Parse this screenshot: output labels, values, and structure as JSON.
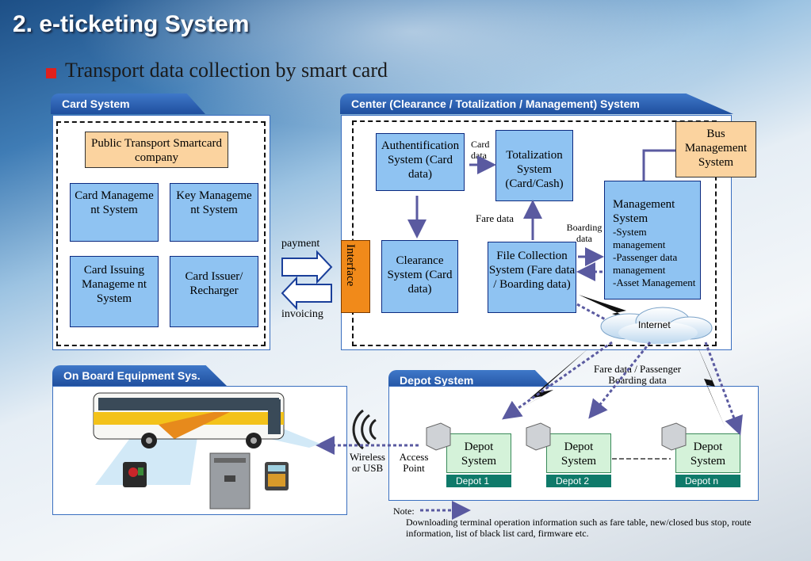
{
  "slide": {
    "title": "2. e-ticketing System",
    "subtitle": "Transport data collection by smart card"
  },
  "card_system": {
    "tab": "Card System",
    "company": "Public Transport Smartcard company",
    "boxes": [
      "Card Manageme nt System",
      "Key Manageme nt System",
      "Card Issuing Manageme nt System",
      "Card Issuer/ Recharger"
    ]
  },
  "links": {
    "payment": "payment",
    "invoicing": "invoicing",
    "interface": "Interface"
  },
  "center": {
    "tab": "Center (Clearance / Totalization / Management) System",
    "authentification": "Authentification System (Card data)",
    "card_data": "Card data",
    "totalization": "Totalization System (Card/Cash)",
    "bus_management": "Bus Management System",
    "clearance": "Clearance System (Card data)",
    "fare_data": "Fare data",
    "file_collection": "File Collection System (Fare data / Boarding data)",
    "boarding_data": "Boarding data",
    "management_title": "Management System",
    "management_items": [
      "-System management",
      "-Passenger data management",
      "-Asset Management"
    ],
    "internet": "Internet"
  },
  "onboard": {
    "tab": "On Board Equipment Sys."
  },
  "depot": {
    "tab": "Depot System",
    "fare_passenger": "Fare data / Passenger Boarding data",
    "wireless": "Wireless or USB",
    "access_point": "Access Point",
    "depots": [
      {
        "name": "Depot System",
        "tag": "Depot 1"
      },
      {
        "name": "Depot System",
        "tag": "Depot 2"
      },
      {
        "name": "Depot System",
        "tag": "Depot  n"
      }
    ]
  },
  "note": {
    "label": "Note:",
    "text": "Downloading terminal operation information such as fare table, new/closed bus stop, route information, list of black list card, firmware etc."
  },
  "colors": {
    "box_fill": "#8fc3f2",
    "orange_fill": "#fbd39f",
    "interface_fill": "#f18a1a",
    "arrow": "#5a5aa0",
    "tab": "#2a5fb0",
    "depot_fill": "#d4f2d9",
    "depot_tag": "#0f7a6a"
  }
}
